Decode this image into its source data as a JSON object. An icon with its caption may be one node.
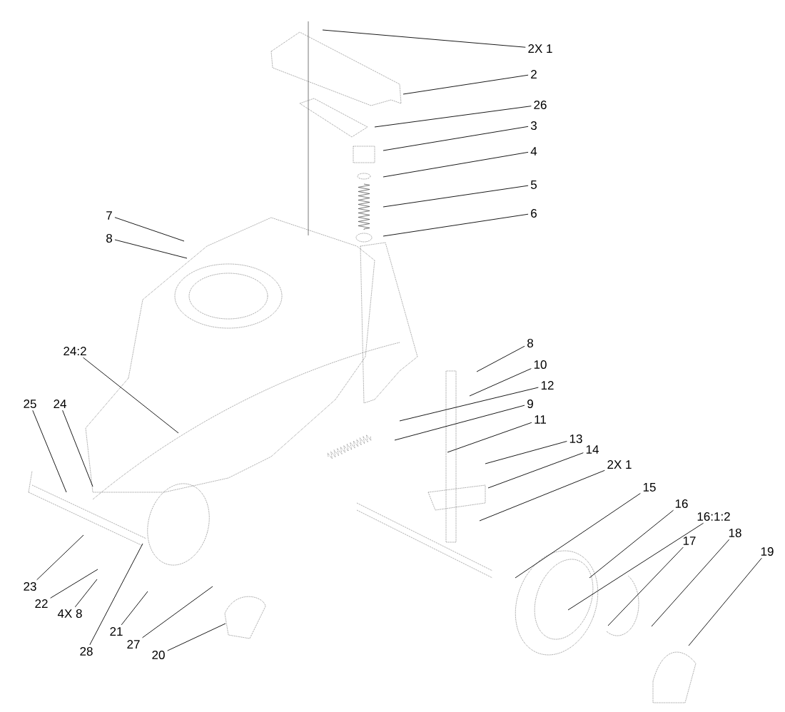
{
  "diagram": {
    "nodes": [
      {
        "text": [
          "2X 1"
        ]
      },
      {
        "text": [
          "2"
        ]
      },
      {
        "text": [
          "26"
        ]
      },
      {
        "text": [
          "3"
        ]
      },
      {
        "text": [
          "4"
        ]
      },
      {
        "text": [
          "5"
        ]
      },
      {
        "text": [
          "6"
        ]
      },
      {
        "text": [
          "7"
        ]
      },
      {
        "text": [
          "8"
        ]
      },
      {
        "text": [
          "24:2"
        ]
      },
      {
        "text": [
          "25"
        ]
      },
      {
        "text": [
          "24"
        ]
      },
      {
        "text": [
          "23"
        ]
      },
      {
        "text": [
          "22"
        ]
      },
      {
        "text": [
          "4X 8"
        ]
      },
      {
        "text": [
          "28"
        ]
      },
      {
        "text": [
          "21"
        ]
      },
      {
        "text": [
          "27"
        ]
      },
      {
        "text": [
          "20"
        ]
      },
      {
        "text": [
          "8"
        ]
      },
      {
        "text": [
          "10"
        ]
      },
      {
        "text": [
          "12"
        ]
      },
      {
        "text": [
          "9"
        ]
      },
      {
        "text": [
          "11"
        ]
      },
      {
        "text": [
          "13"
        ]
      },
      {
        "text": [
          "14"
        ]
      },
      {
        "text": [
          "2X 1"
        ]
      },
      {
        "text": [
          "15"
        ]
      },
      {
        "text": [
          "16"
        ]
      },
      {
        "text": [
          "16:1:2"
        ]
      },
      {
        "text": [
          "18"
        ]
      },
      {
        "text": [
          "17"
        ]
      },
      {
        "text": [
          "19"
        ]
      }
    ],
    "edges": [
      {
        "from": 0,
        "to": null,
        "arrow": "none"
      },
      {
        "from": 1,
        "to": null,
        "arrow": "none"
      },
      {
        "from": 2,
        "to": null,
        "arrow": "none"
      },
      {
        "from": 3,
        "to": null,
        "arrow": "none"
      },
      {
        "from": 4,
        "to": null,
        "arrow": "none"
      },
      {
        "from": 5,
        "to": null,
        "arrow": "none"
      },
      {
        "from": 6,
        "to": null,
        "arrow": "none"
      },
      {
        "from": 7,
        "to": null,
        "arrow": "none"
      },
      {
        "from": 8,
        "to": null,
        "arrow": "none"
      },
      {
        "from": 9,
        "to": null,
        "arrow": "none"
      },
      {
        "from": 10,
        "to": null,
        "arrow": "none"
      },
      {
        "from": 11,
        "to": null,
        "arrow": "none"
      },
      {
        "from": 12,
        "to": null,
        "arrow": "none"
      },
      {
        "from": 13,
        "to": null,
        "arrow": "none"
      },
      {
        "from": 14,
        "to": null,
        "arrow": "none"
      },
      {
        "from": 15,
        "to": null,
        "arrow": "none"
      },
      {
        "from": 16,
        "to": null,
        "arrow": "none"
      },
      {
        "from": 17,
        "to": null,
        "arrow": "none"
      },
      {
        "from": 18,
        "to": null,
        "arrow": "none"
      },
      {
        "from": 19,
        "to": null,
        "arrow": "none"
      },
      {
        "from": 20,
        "to": null,
        "arrow": "none"
      },
      {
        "from": 21,
        "to": null,
        "arrow": "none"
      },
      {
        "from": 22,
        "to": null,
        "arrow": "none"
      },
      {
        "from": 23,
        "to": null,
        "arrow": "none"
      },
      {
        "from": 24,
        "to": null,
        "arrow": "none"
      },
      {
        "from": 25,
        "to": null,
        "arrow": "none"
      },
      {
        "from": 26,
        "to": null,
        "arrow": "none"
      },
      {
        "from": 27,
        "to": null,
        "arrow": "none"
      },
      {
        "from": 28,
        "to": null,
        "arrow": "none"
      },
      {
        "from": 29,
        "to": null,
        "arrow": "none"
      },
      {
        "from": 30,
        "to": null,
        "arrow": "none"
      },
      {
        "from": 31,
        "to": null,
        "arrow": "none"
      },
      {
        "from": 32,
        "to": null,
        "arrow": "none"
      }
    ]
  }
}
